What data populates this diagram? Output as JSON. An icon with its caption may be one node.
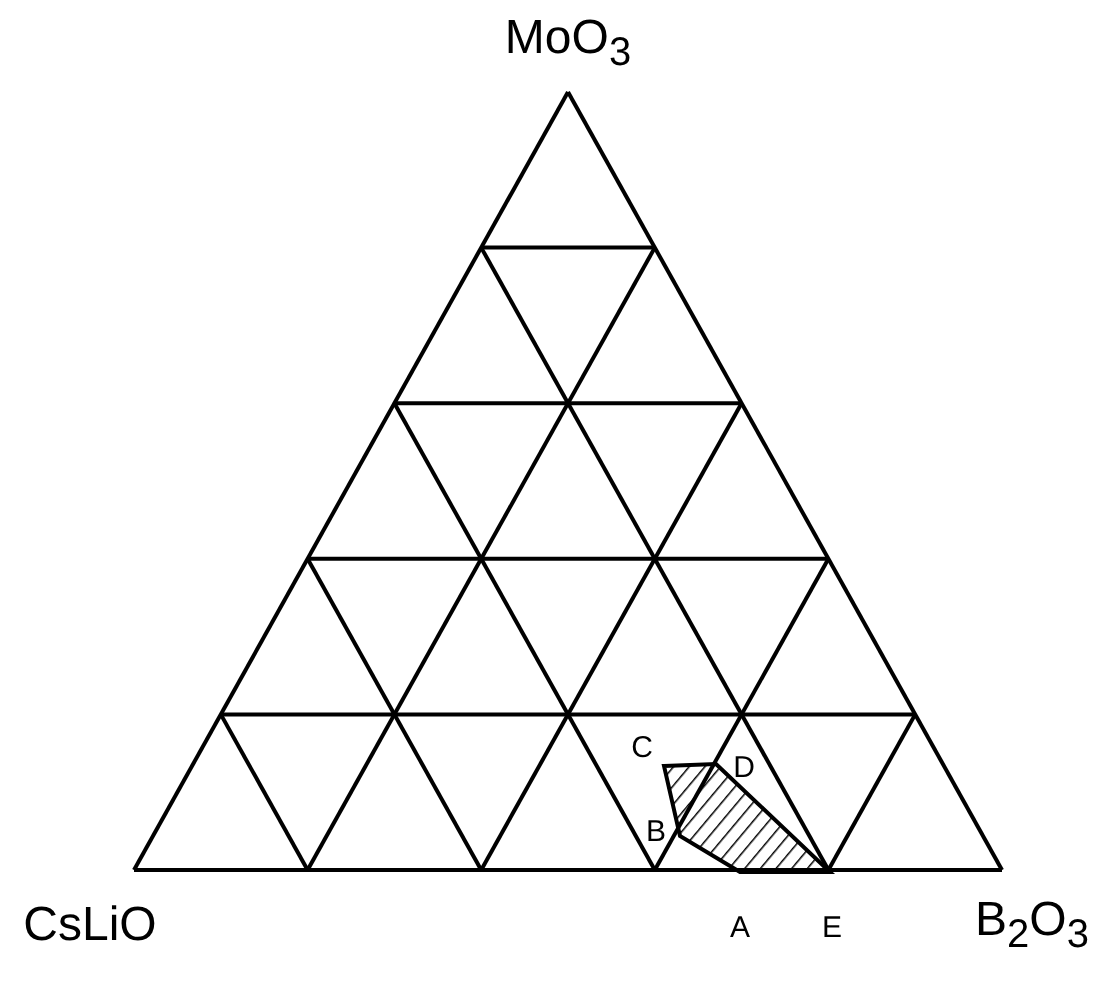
{
  "diagram": {
    "labels": [
      "MoO$_{3}$",
      "C",
      "D",
      "B",
      "CsLiO",
      "A",
      "E",
      "B$_{2}$O$_{3}$"
    ]
  }
}
